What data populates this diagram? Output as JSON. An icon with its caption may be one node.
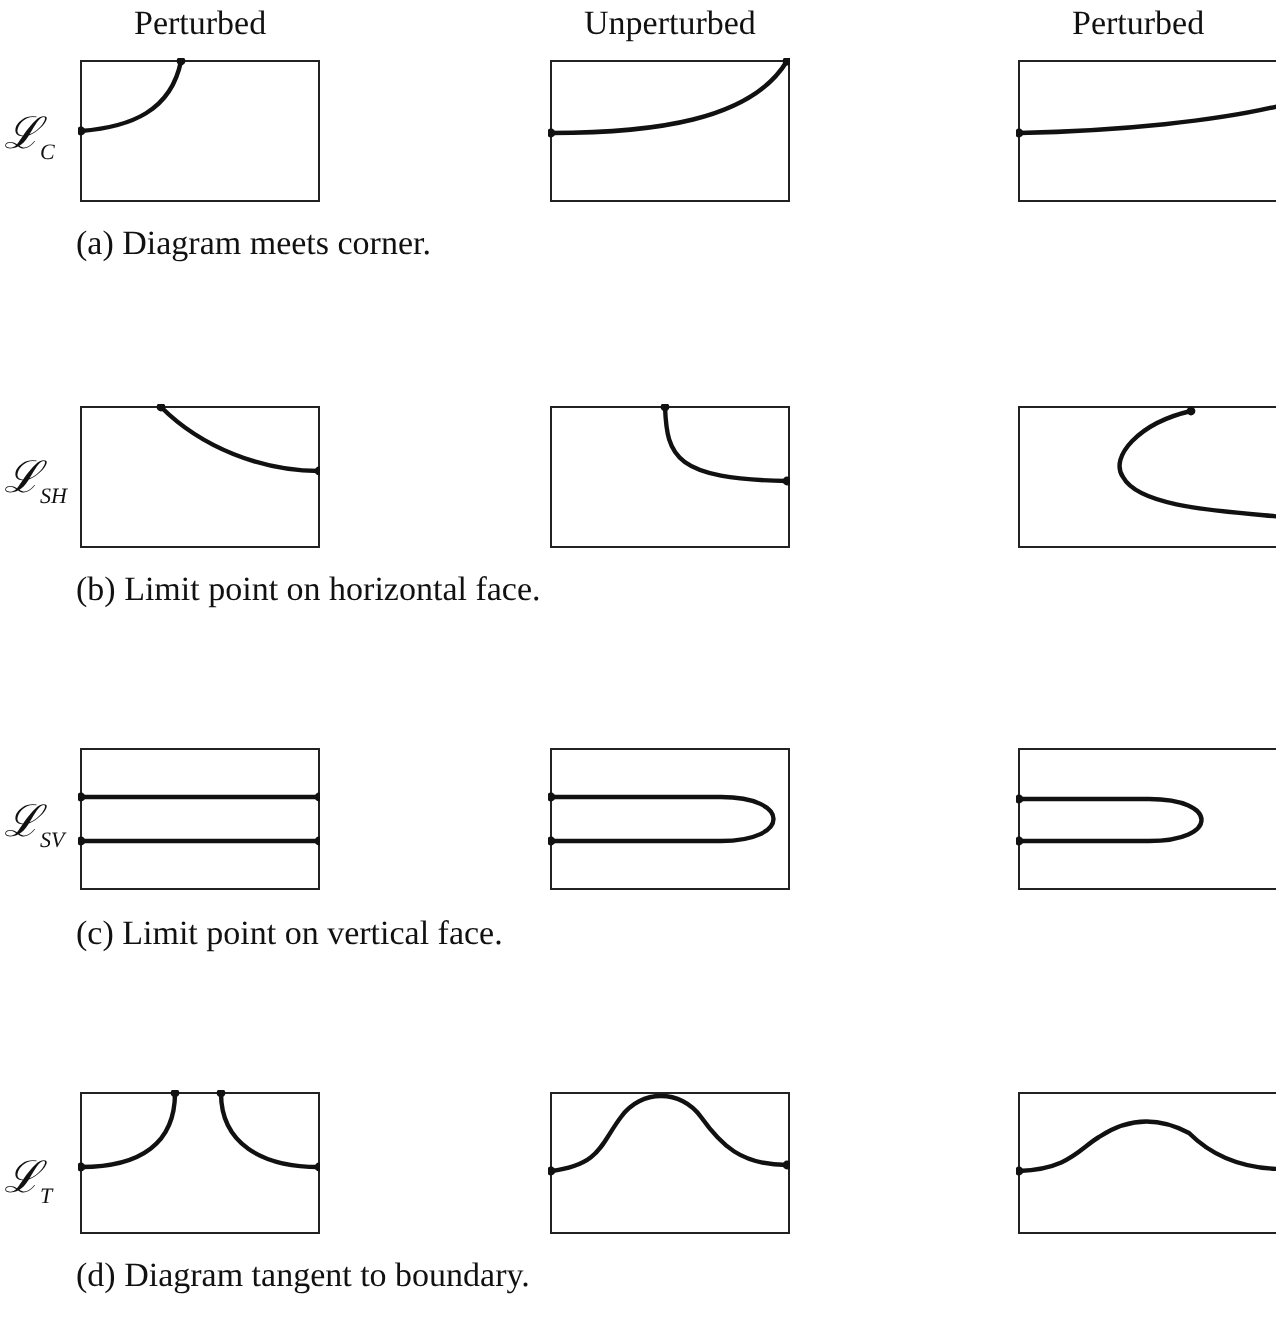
{
  "diagram": {
    "labels": [
      "Perturbed",
      "Unperturbed",
      "Perturbed",
      "ℒ$_{C}$",
      "(a)  Diagram meets corner.",
      "ℒ$_{SH}$",
      "(b)  Limit point on horizontal face.",
      "ℒ$_{SV}$",
      "(c)  Limit point on vertical face.",
      "ℒ$_{T}$",
      "(d)  Diagram tangent to boundary."
    ]
  }
}
